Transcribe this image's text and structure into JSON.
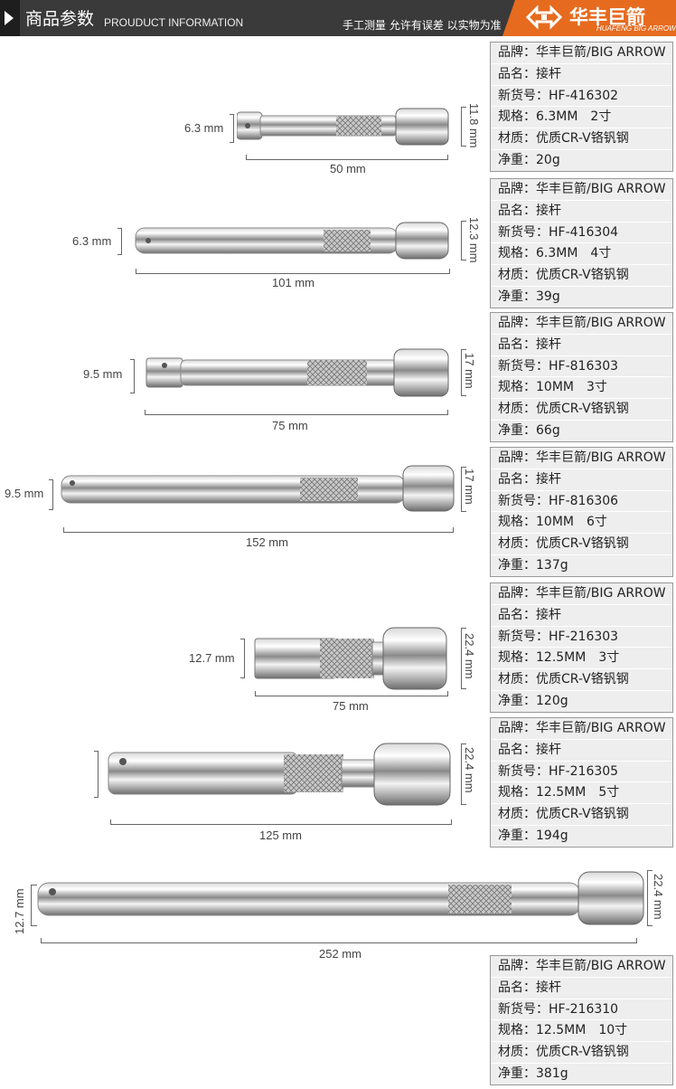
{
  "header": {
    "title": "商品参数",
    "subtitle": "PROUDUCT INFORMATION",
    "note": "手工测量 允许有误差 以实物为准",
    "brand_name": "华丰巨箭",
    "brand_en": "HUAFENG BIG ARROW",
    "accent_color": "#e66b1f"
  },
  "products": [
    {
      "shaft_dim": "6.3 mm",
      "length_dim": "50 mm",
      "head_dim": "11.8 mm",
      "specs": [
        "品牌：华丰巨箭/BIG ARROW",
        "品名：接杆",
        "新货号：HF-416302",
        "规格：6.3MM　2寸",
        "材质：优质CR-V铬钒钢",
        "净重：20g"
      ]
    },
    {
      "shaft_dim": "6.3 mm",
      "length_dim": "101 mm",
      "head_dim": "12.3 mm",
      "specs": [
        "品牌：华丰巨箭/BIG ARROW",
        "品名：接杆",
        "新货号：HF-416304",
        "规格：6.3MM　4寸",
        "材质：优质CR-V铬钒钢",
        "净重：39g"
      ]
    },
    {
      "shaft_dim": "9.5 mm",
      "length_dim": "75 mm",
      "head_dim": "17 mm",
      "specs": [
        "品牌：华丰巨箭/BIG ARROW",
        "品名：接杆",
        "新货号：HF-816303",
        "规格：10MM　3寸",
        "材质：优质CR-V铬钒钢",
        "净重：66g"
      ]
    },
    {
      "shaft_dim": "9.5 mm",
      "length_dim": "152 mm",
      "head_dim": "17 mm",
      "specs": [
        "品牌：华丰巨箭/BIG ARROW",
        "品名：接杆",
        "新货号：HF-816306",
        "规格：10MM　6寸",
        "材质：优质CR-V铬钒钢",
        "净重：137g"
      ]
    },
    {
      "shaft_dim": "12.7 mm",
      "length_dim": "75 mm",
      "head_dim": "22.4 mm",
      "specs": [
        "品牌：华丰巨箭/BIG ARROW",
        "品名：接杆",
        "新货号：HF-216303",
        "规格：12.5MM　3寸",
        "材质：优质CR-V铬钒钢",
        "净重：120g"
      ]
    },
    {
      "shaft_dim": "",
      "length_dim": "125 mm",
      "head_dim": "22.4 mm",
      "specs": [
        "品牌：华丰巨箭/BIG ARROW",
        "品名：接杆",
        "新货号：HF-216305",
        "规格：12.5MM　5寸",
        "材质：优质CR-V铬钒钢",
        "净重：194g"
      ]
    },
    {
      "shaft_dim": "12.7 mm",
      "length_dim": "252 mm",
      "head_dim": "22.4 mm",
      "specs": [
        "品牌：华丰巨箭/BIG ARROW",
        "品名：接杆",
        "新货号：HF-216310",
        "规格：12.5MM　10寸",
        "材质：优质CR-V铬钒钢",
        "净重：381g"
      ]
    }
  ]
}
